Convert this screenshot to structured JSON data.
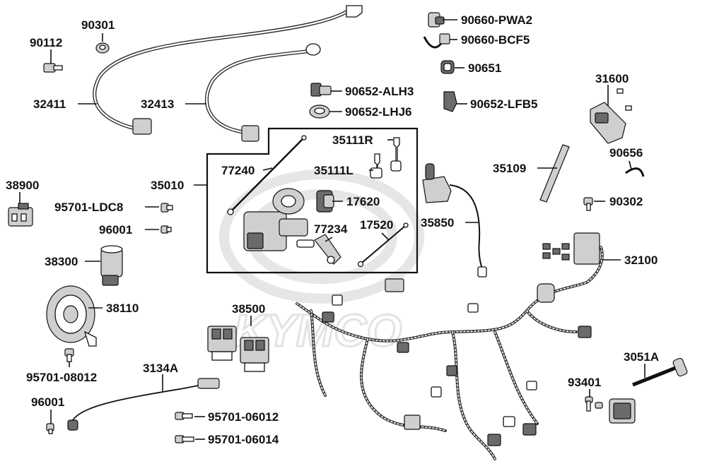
{
  "watermark": {
    "text": "KYMCO"
  },
  "part_labels": {
    "p90301": "90301",
    "p90112": "90112",
    "p32411": "32411",
    "p32413": "32413",
    "p90660_pwa2": "90660-PWA2",
    "p90660_bcf5": "90660-BCF5",
    "p90651": "90651",
    "p90652_alh3": "90652-ALH3",
    "p90652_lhj6": "90652-LHJ6",
    "p90652_lfb5": "90652-LFB5",
    "p31600": "31600",
    "p35111r": "35111R",
    "p35111l": "35111L",
    "p77240": "77240",
    "p35010": "35010",
    "p17620": "17620",
    "p77234": "77234",
    "p17520": "17520",
    "p35109": "35109",
    "p90656": "90656",
    "p90302": "90302",
    "p38900": "38900",
    "p95701_ldc8": "95701-LDC8",
    "p96001_a": "96001",
    "p35850": "35850",
    "p38300": "38300",
    "p32100": "32100",
    "p38110": "38110",
    "p38500": "38500",
    "p95701_08012": "95701-08012",
    "p3134a": "3134A",
    "p96001_b": "96001",
    "p3051a": "3051A",
    "p93401": "93401",
    "p95701_06012": "95701-06012",
    "p95701_06014": "95701-06014"
  }
}
